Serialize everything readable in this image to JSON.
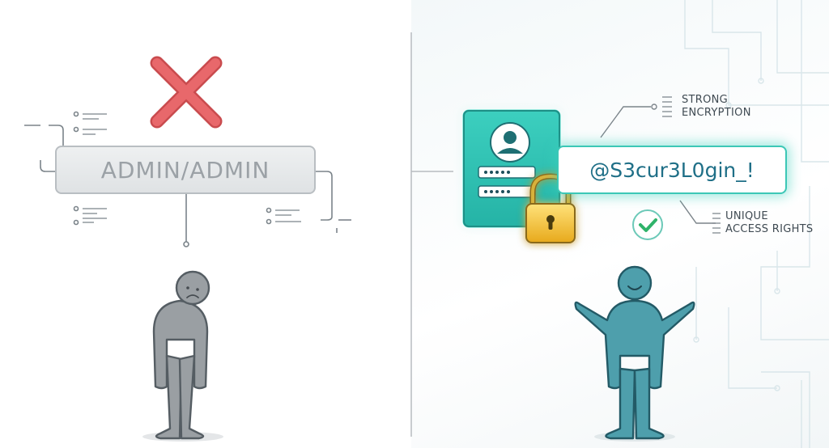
{
  "weak_panel": {
    "password": "ADMIN/ADMIN",
    "status_icon": "red-x-icon",
    "person": "sad-person",
    "accent_color": "#e8686b"
  },
  "strong_panel": {
    "password": "@S3cur3L0gin_!",
    "status_icon": "check-icon",
    "person": "happy-person",
    "accent_color": "#3cc7b6",
    "callouts": {
      "encryption": {
        "line1": "STRONG",
        "line2": "ENCRYPTION"
      },
      "access": {
        "line1": "UNIQUE",
        "line2": "ACCESS RIGHTS"
      }
    }
  }
}
